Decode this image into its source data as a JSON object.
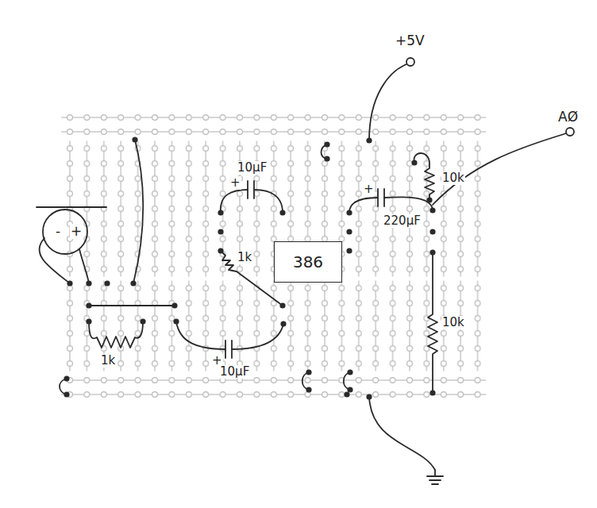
{
  "diagram": {
    "nodes": [
      {
        "text": [
          "386"
        ]
      }
    ],
    "labels": [
      "+5V",
      "AØ",
      "10k",
      "10µF",
      "+",
      "+",
      "220µF",
      "1k",
      "-",
      "+",
      "1k",
      "+",
      "10µF",
      "10k"
    ]
  }
}
